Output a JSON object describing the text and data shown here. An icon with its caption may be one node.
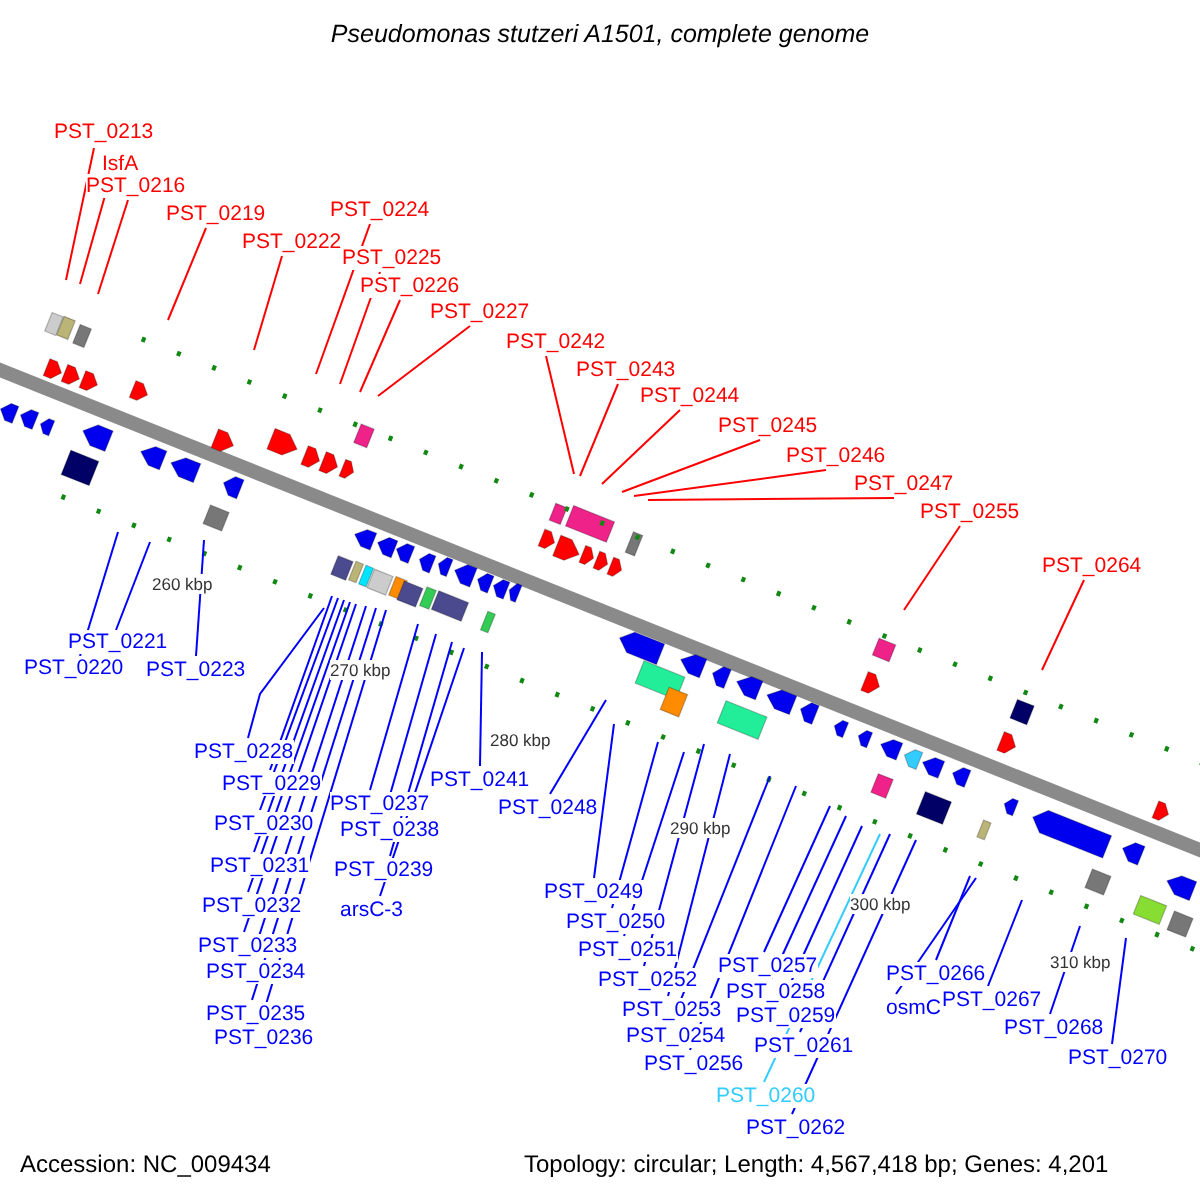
{
  "diagram": {
    "title": "Pseudomonas stutzeri A1501, complete genome",
    "nodes": [
      {
        "text": [
          "PST_0213"
        ]
      },
      {
        "text": [
          "IsfA"
        ]
      },
      {
        "text": [
          "PST_0216"
        ]
      },
      {
        "text": [
          "PST_0219"
        ]
      },
      {
        "text": [
          "PST_0222"
        ]
      },
      {
        "text": [
          "PST_0224"
        ]
      },
      {
        "text": [
          "PST_0225"
        ]
      },
      {
        "text": [
          "PST_0226"
        ]
      },
      {
        "text": [
          "PST_0227"
        ]
      },
      {
        "text": [
          "PST_0242"
        ]
      },
      {
        "text": [
          "PST_0243"
        ]
      },
      {
        "text": [
          "PST_0244"
        ]
      },
      {
        "text": [
          "PST_0245"
        ]
      },
      {
        "text": [
          "PST_0246"
        ]
      },
      {
        "text": [
          "PST_0247"
        ]
      },
      {
        "text": [
          "PST_0255"
        ]
      },
      {
        "text": [
          "PST_0264"
        ]
      },
      {
        "text": [
          "PST_0221"
        ]
      },
      {
        "text": [
          "PST_0220"
        ]
      },
      {
        "text": [
          "PST_0223"
        ]
      },
      {
        "text": [
          "PST_0228"
        ]
      },
      {
        "text": [
          "PST_0229"
        ]
      },
      {
        "text": [
          "PST_0230"
        ]
      },
      {
        "text": [
          "PST_0231"
        ]
      },
      {
        "text": [
          "PST_0232"
        ]
      },
      {
        "text": [
          "PST_0233"
        ]
      },
      {
        "text": [
          "PST_0234"
        ]
      },
      {
        "text": [
          "PST_0235"
        ]
      },
      {
        "text": [
          "PST_0236"
        ]
      },
      {
        "text": [
          "PST_0237"
        ]
      },
      {
        "text": [
          "PST_0238"
        ]
      },
      {
        "text": [
          "PST_0239"
        ]
      },
      {
        "text": [
          "arsC-3"
        ]
      },
      {
        "text": [
          "PST_0241"
        ]
      },
      {
        "text": [
          "PST_0248"
        ]
      },
      {
        "text": [
          "PST_0249"
        ]
      },
      {
        "text": [
          "PST_0250"
        ]
      },
      {
        "text": [
          "PST_0251"
        ]
      },
      {
        "text": [
          "PST_0252"
        ]
      },
      {
        "text": [
          "PST_0253"
        ]
      },
      {
        "text": [
          "PST_0254"
        ]
      },
      {
        "text": [
          "PST_0256"
        ]
      },
      {
        "text": [
          "PST_0257"
        ]
      },
      {
        "text": [
          "PST_0258"
        ]
      },
      {
        "text": [
          "PST_0259"
        ]
      },
      {
        "text": [
          "PST_0261"
        ]
      },
      {
        "text": [
          "PST_0260"
        ]
      },
      {
        "text": [
          "PST_0262"
        ]
      },
      {
        "text": [
          "PST_0266"
        ]
      },
      {
        "text": [
          "osmC"
        ]
      },
      {
        "text": [
          "PST_0267"
        ]
      },
      {
        "text": [
          "PST_0268"
        ]
      },
      {
        "text": [
          "PST_0270"
        ]
      }
    ],
    "edges": [
      {
        "from": 0,
        "to": null,
        "arrow": "none",
        "color": "#ff0000"
      },
      {
        "from": 1,
        "to": null,
        "arrow": "none",
        "color": "#ff0000"
      },
      {
        "from": 2,
        "to": null,
        "arrow": "none",
        "color": "#ff0000"
      },
      {
        "from": 3,
        "to": null,
        "arrow": "none",
        "color": "#ff0000"
      },
      {
        "from": 4,
        "to": null,
        "arrow": "none",
        "color": "#ff0000"
      },
      {
        "from": 5,
        "to": null,
        "arrow": "none",
        "color": "#ff0000"
      },
      {
        "from": 6,
        "to": null,
        "arrow": "none",
        "color": "#ff0000"
      },
      {
        "from": 7,
        "to": null,
        "arrow": "none",
        "color": "#ff0000"
      },
      {
        "from": 8,
        "to": null,
        "arrow": "none",
        "color": "#ff0000"
      },
      {
        "from": 9,
        "to": null,
        "arrow": "none",
        "color": "#ff0000"
      },
      {
        "from": 10,
        "to": null,
        "arrow": "none",
        "color": "#ff0000"
      },
      {
        "from": 11,
        "to": null,
        "arrow": "none",
        "color": "#ff0000"
      },
      {
        "from": 12,
        "to": null,
        "arrow": "none",
        "color": "#ff0000"
      },
      {
        "from": 13,
        "to": null,
        "arrow": "none",
        "color": "#ff0000"
      },
      {
        "from": 14,
        "to": null,
        "arrow": "none",
        "color": "#ff0000"
      },
      {
        "from": 15,
        "to": null,
        "arrow": "none",
        "color": "#ff0000"
      },
      {
        "from": 16,
        "to": null,
        "arrow": "none",
        "color": "#ff0000"
      },
      {
        "from": 17,
        "to": null,
        "arrow": "none"
      },
      {
        "from": 18,
        "to": null,
        "arrow": "none"
      },
      {
        "from": 19,
        "to": null,
        "arrow": "none"
      },
      {
        "from": 20,
        "to": null,
        "arrow": "none"
      },
      {
        "from": 21,
        "to": null,
        "arrow": "none"
      },
      {
        "from": 22,
        "to": null,
        "arrow": "none"
      },
      {
        "from": 23,
        "to": null,
        "arrow": "none"
      },
      {
        "from": 24,
        "to": null,
        "arrow": "none"
      },
      {
        "from": 25,
        "to": null,
        "arrow": "none"
      },
      {
        "from": 26,
        "to": null,
        "arrow": "none"
      },
      {
        "from": 27,
        "to": null,
        "arrow": "none"
      },
      {
        "from": 28,
        "to": null,
        "arrow": "none"
      },
      {
        "from": 29,
        "to": null,
        "arrow": "none"
      },
      {
        "from": 30,
        "to": null,
        "arrow": "none"
      },
      {
        "from": 31,
        "to": null,
        "arrow": "none"
      },
      {
        "from": 32,
        "to": null,
        "arrow": "none"
      },
      {
        "from": 33,
        "to": null,
        "arrow": "none"
      },
      {
        "from": 34,
        "to": null,
        "arrow": "none"
      },
      {
        "from": 35,
        "to": null,
        "arrow": "none"
      },
      {
        "from": 36,
        "to": null,
        "arrow": "none"
      },
      {
        "from": 37,
        "to": null,
        "arrow": "none"
      },
      {
        "from": 38,
        "to": null,
        "arrow": "none"
      },
      {
        "from": 39,
        "to": null,
        "arrow": "none"
      },
      {
        "from": 40,
        "to": null,
        "arrow": "none"
      },
      {
        "from": 41,
        "to": null,
        "arrow": "none"
      },
      {
        "from": 42,
        "to": null,
        "arrow": "none"
      },
      {
        "from": 43,
        "to": null,
        "arrow": "none"
      },
      {
        "from": 44,
        "to": null,
        "arrow": "none"
      },
      {
        "from": 45,
        "to": null,
        "arrow": "none"
      },
      {
        "from": 46,
        "to": null,
        "arrow": "none",
        "color": "#33ccff"
      },
      {
        "from": 47,
        "to": null,
        "arrow": "none"
      },
      {
        "from": 48,
        "to": null,
        "arrow": "none"
      },
      {
        "from": 49,
        "to": null,
        "arrow": "none"
      },
      {
        "from": 50,
        "to": null,
        "arrow": "none"
      },
      {
        "from": 51,
        "to": null,
        "arrow": "none"
      },
      {
        "from": 52,
        "to": null,
        "arrow": "none"
      }
    ],
    "labels": [
      "260 kbp",
      "270 kbp",
      "280 kbp",
      "290 kbp",
      "300 kbp",
      "310 kbp",
      "Accession: NC_009434",
      "Topology: circular; Length: 4,567,418 bp; Genes: 4,201"
    ]
  }
}
